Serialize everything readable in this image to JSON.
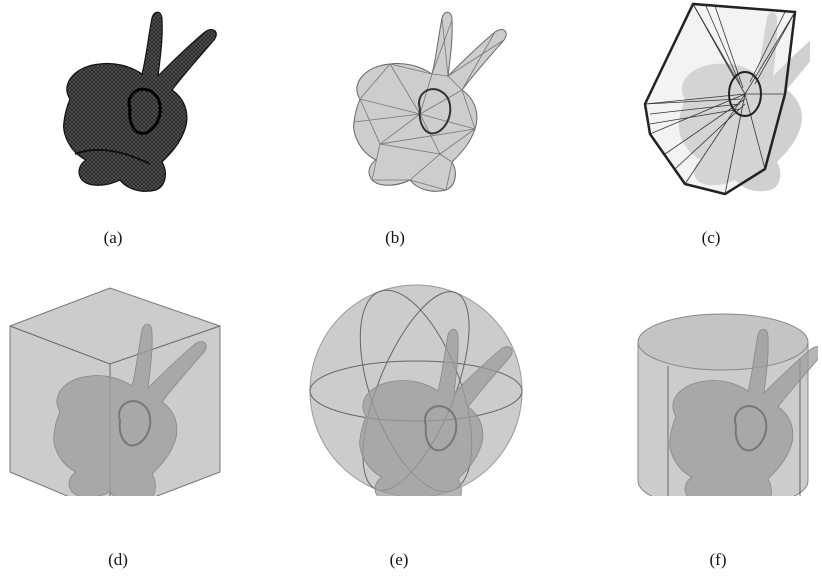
{
  "figure": {
    "panels": [
      {
        "label": "(a)"
      },
      {
        "label": "(b)"
      },
      {
        "label": "(c)"
      },
      {
        "label": "(d)"
      },
      {
        "label": "(e)"
      },
      {
        "label": "(f)"
      }
    ]
  },
  "colors": {
    "mesh_dark": "#3a3a3a",
    "body_gray": "#9a9a9a",
    "volume_fill": "#c9c9c9",
    "edge": "#444444"
  }
}
